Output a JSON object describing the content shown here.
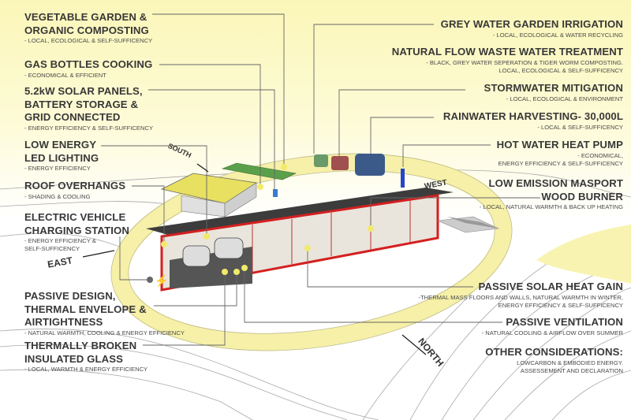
{
  "left_labels": [
    {
      "title": [
        "VEGETABLE GARDEN &",
        "ORGANIC COMPOSTING"
      ],
      "sub": [
        "- LOCAL, ECOLOGICAL & SELF-SUFFICENCY"
      ]
    },
    {
      "title": [
        "GAS BOTTLES COOKING"
      ],
      "sub": [
        "- ECONOMICAL & EFFICIENT"
      ]
    },
    {
      "title": [
        "5.2kW SOLAR PANELS,",
        "BATTERY STORAGE &",
        "GRID CONNECTED"
      ],
      "sub": [
        "- ENERGY EFFICIENCY & SELF-SUFFICENCY"
      ]
    },
    {
      "title": [
        "LOW ENERGY",
        "LED LIGHTING"
      ],
      "sub": [
        "- ENERGY EFFICIENCY"
      ]
    },
    {
      "title": [
        "ROOF OVERHANGS"
      ],
      "sub": [
        "- SHADING & COOLING"
      ]
    },
    {
      "title": [
        "ELECTRIC VEHICLE",
        "CHARGING STATION"
      ],
      "sub": [
        "- ENERGY EFFICIENCY &",
        "SELF-SUFFICENCY"
      ]
    },
    {
      "title": [
        "PASSIVE DESIGN,",
        "THERMAL ENVELOPE &",
        "AIRTIGHTNESS"
      ],
      "sub": [
        "- NATURAL WARMTH, COOLING & ENERGY EFFICIENCY"
      ]
    },
    {
      "title": [
        "THERMALLY BROKEN",
        "INSULATED GLASS"
      ],
      "sub": [
        "- LOCAL, WARMTH & ENERGY EFFICIENCY"
      ]
    }
  ],
  "right_labels": [
    {
      "title": [
        "GREY WATER GARDEN IRRIGATION"
      ],
      "sub": [
        "- LOCAL, ECOLOGICAL & WATER RECYCLING"
      ]
    },
    {
      "title": [
        "NATURAL FLOW WASTE WATER TREATMENT"
      ],
      "sub": [
        "- BLACK, GREY WATER SEPERATION & TIGER WORM COMPOSTING.",
        "LOCAL, ECOLOGICAL & SELF-SUFFICENCY"
      ]
    },
    {
      "title": [
        "STORMWATER MITIGATION"
      ],
      "sub": [
        "- LOCAL, ECOLOGICAL & ENVIRONMENT"
      ]
    },
    {
      "title": [
        "RAINWATER HARVESTING- 30,000L"
      ],
      "sub": [
        "- LOCAL & SELF-SUFFICENCY"
      ]
    },
    {
      "title": [
        "HOT WATER HEAT PUMP"
      ],
      "sub": [
        "- ECONOMICAL,",
        "ENERGY EFFICIENCY & SELF-SUFFICENCY"
      ]
    },
    {
      "title": [
        "LOW EMISSION MASPORT",
        "WOOD BURNER"
      ],
      "sub": [
        "- LOCAL, NATURAL WARMTH & BACK UP HEATING"
      ]
    },
    {
      "title": [
        "PASSIVE SOLAR HEAT GAIN"
      ],
      "sub": [
        "-THERMAL MASS FLOORS AND WALLS, NATURAL WARMTH IN WINTER,",
        "ENERGY EFFICIENCY & SELF-SUFFICENCY"
      ]
    },
    {
      "title": [
        "PASSIVE VENTILATION"
      ],
      "sub": [
        "- NATURAL COOLING & AIRFLOW OVER SUMMER"
      ]
    },
    {
      "title": [
        "OTHER CONSIDERATIONS:"
      ],
      "sub": [
        "LOWCARBON & EMBODIED ENERGY.",
        "ASSESSEMENT AND DECLARATION"
      ]
    }
  ],
  "compass": {
    "south": "SOUTH",
    "east": "EAST",
    "west": "WEST",
    "north": "NORTH"
  },
  "colors": {
    "sky": "#fbf6b8",
    "ring": "#f8f3b0",
    "frame": "#d42020",
    "roof": "#3c3c3c",
    "solar": "#e8e060",
    "text": "#383838"
  }
}
